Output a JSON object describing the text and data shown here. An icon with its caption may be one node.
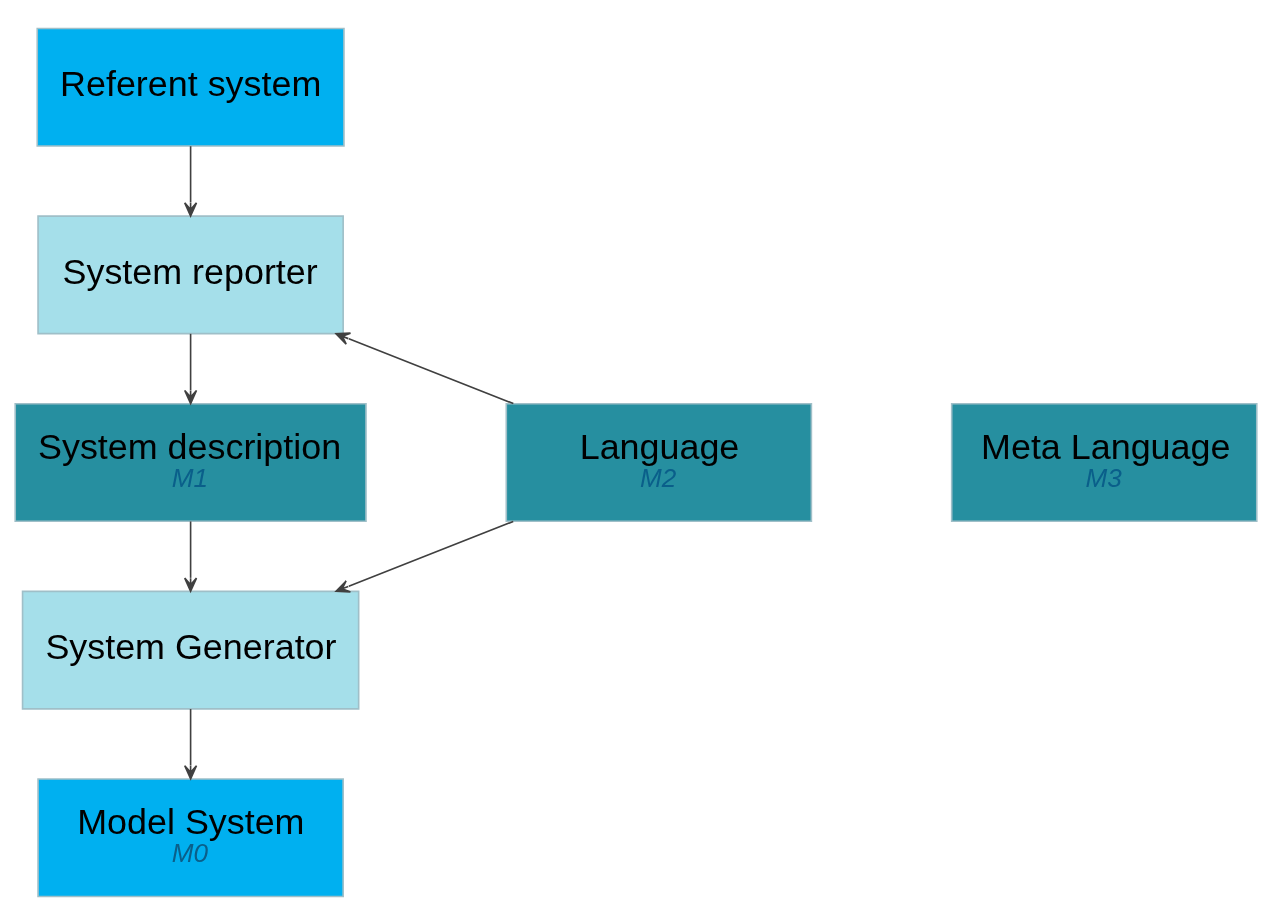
{
  "diagram": {
    "nodes": [
      {
        "text": [
          "Referent system"
        ]
      },
      {
        "text": [
          "System reporter"
        ]
      },
      {
        "text": [
          "System description",
          "M1"
        ]
      },
      {
        "text": [
          "System Generator"
        ]
      },
      {
        "text": [
          "Model System",
          "M0"
        ]
      },
      {
        "text": [
          "Language",
          "M2"
        ]
      },
      {
        "text": [
          "Meta Language",
          "M3"
        ]
      }
    ],
    "edges": [
      {
        "from": 0,
        "to": 1,
        "arrow": "to"
      },
      {
        "from": 1,
        "to": 2,
        "arrow": "to"
      },
      {
        "from": 2,
        "to": 3,
        "arrow": "to"
      },
      {
        "from": 3,
        "to": 4,
        "arrow": "to"
      },
      {
        "from": 5,
        "to": 1,
        "arrow": "to"
      },
      {
        "from": 5,
        "to": 3,
        "arrow": "to"
      }
    ]
  }
}
